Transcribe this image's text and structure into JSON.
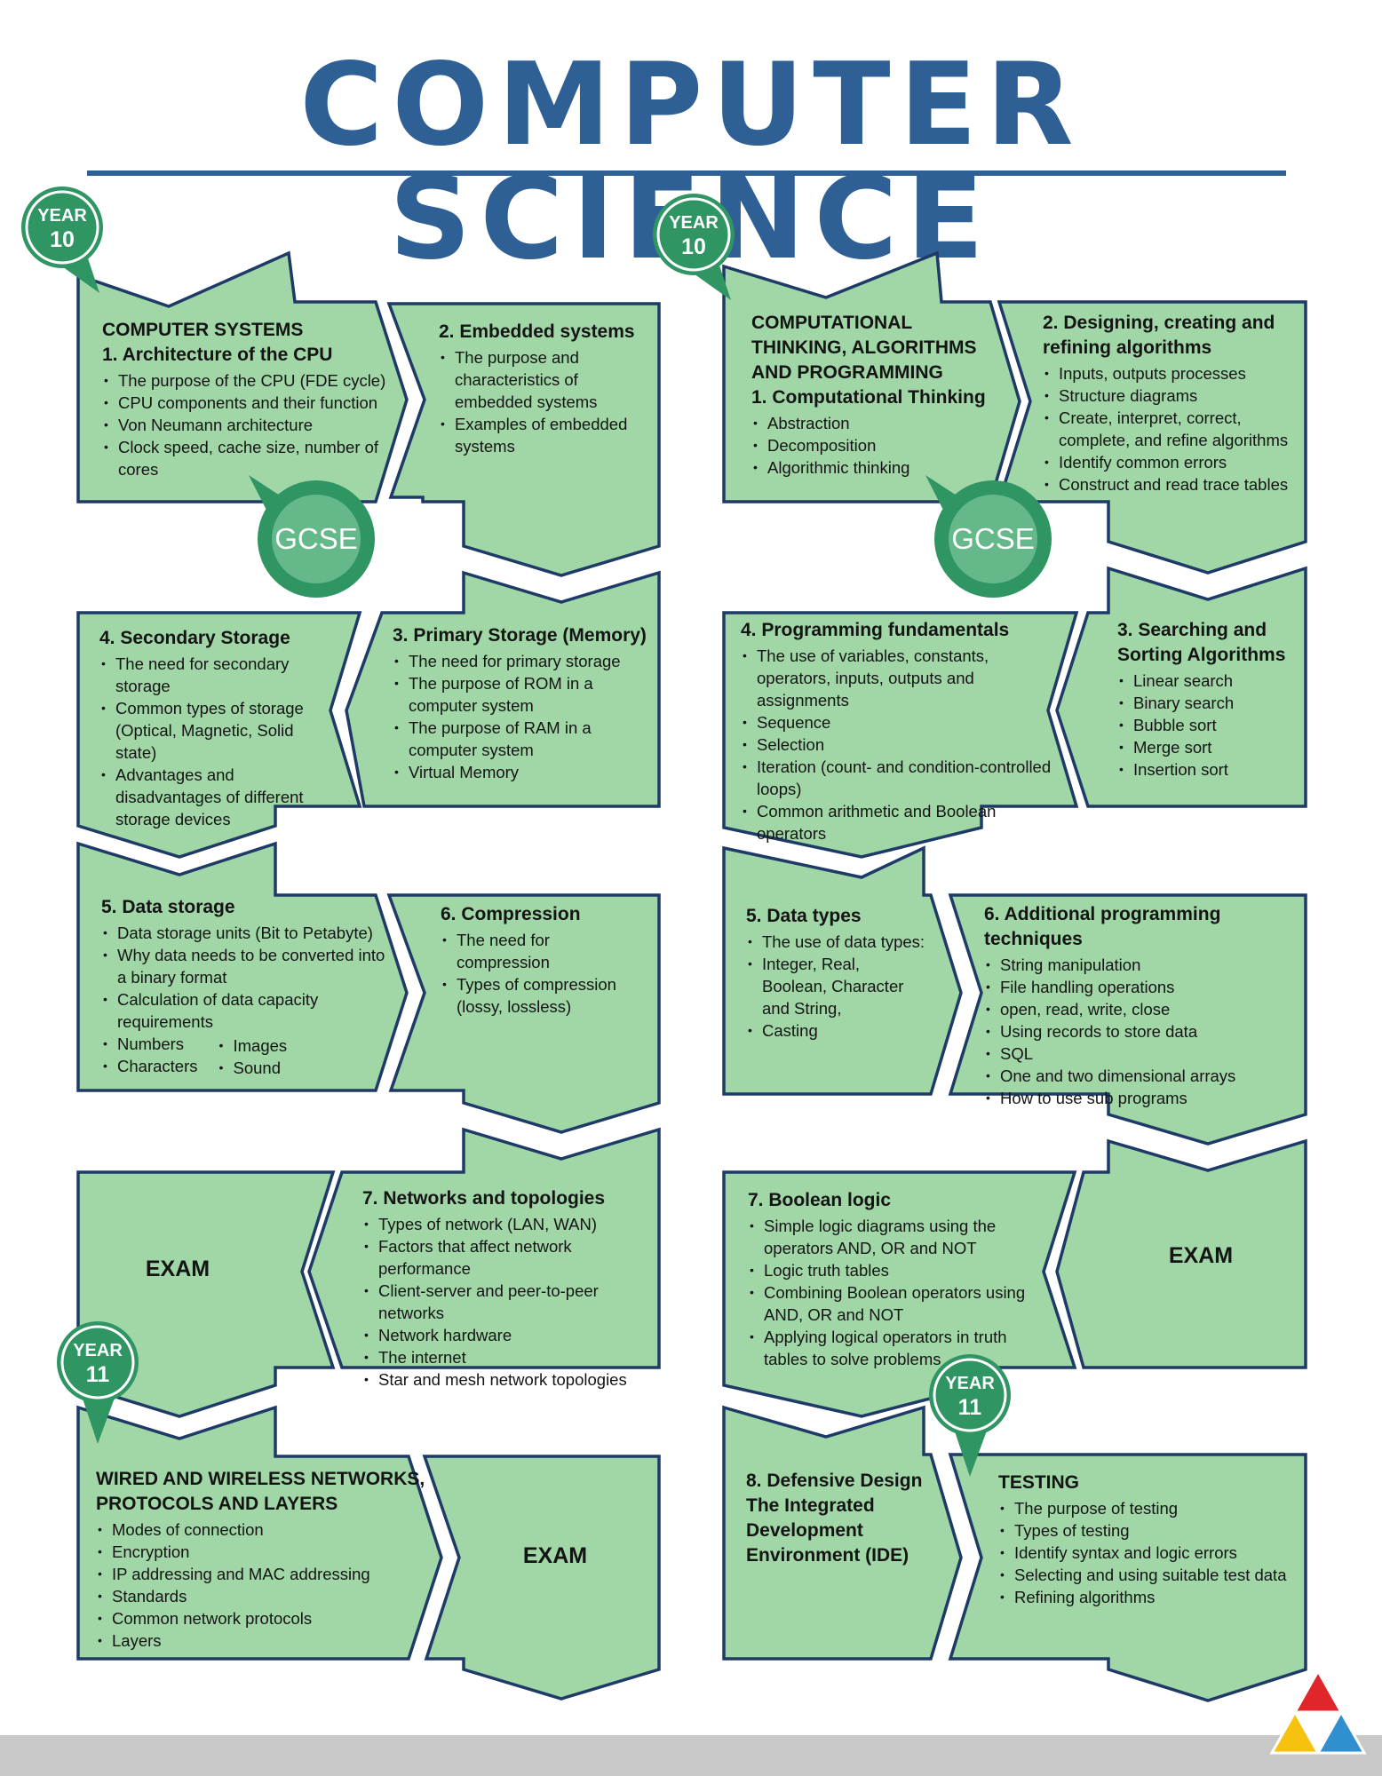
{
  "title": "COMPUTER SCIENCE",
  "colors": {
    "title_blue": "#2e6096",
    "box_fill": "#a1d7a7",
    "box_border": "#1e3a66",
    "pin_green": "#2f9563",
    "gcse_green": "#2f9563",
    "gcse_inner": "#65b88a",
    "footer_gray": "#c8c8c8"
  },
  "badges": {
    "year_label": "YEAR",
    "year10": "10",
    "year11": "11",
    "gcse": "GCSE",
    "exam": "EXAM"
  },
  "left": {
    "b1": {
      "heading1": "COMPUTER SYSTEMS",
      "heading2": "1. Architecture of the CPU",
      "items": [
        "The purpose of the CPU (FDE cycle)",
        "CPU components and their function",
        "Von Neumann architecture",
        "Clock speed, cache size, number of cores"
      ]
    },
    "b2": {
      "heading": "2. Embedded systems",
      "items": [
        "The purpose and characteristics of embedded systems",
        "Examples of embedded systems"
      ]
    },
    "b3": {
      "heading": "3. Primary Storage (Memory)",
      "items": [
        "The need for primary storage",
        "The purpose of ROM in a computer system",
        "The purpose of RAM in a computer system",
        "Virtual Memory"
      ]
    },
    "b4": {
      "heading": "4. Secondary Storage",
      "items": [
        "The need for secondary storage",
        "Common types of storage (Optical, Magnetic, Solid state)",
        "Advantages and disadvantages of different storage devices"
      ]
    },
    "b5": {
      "heading": "5. Data storage",
      "items": [
        "Data storage units (Bit to Petabyte)",
        "Why data needs to be converted into a binary format",
        "Calculation of data capacity requirements"
      ],
      "col_a": [
        "Numbers",
        "Characters"
      ],
      "col_b": [
        "Images",
        "Sound"
      ]
    },
    "b6": {
      "heading": "6. Compression",
      "items": [
        "The need for compression",
        "Types of compression (lossy, lossless)"
      ]
    },
    "b7": {
      "heading": "7. Networks and topologies",
      "items": [
        "Types of network (LAN, WAN)",
        "Factors that affect network performance",
        "Client-server and peer-to-peer networks",
        "Network hardware",
        "The internet",
        "Star and mesh network topologies"
      ]
    },
    "b8": {
      "heading1": "WIRED AND WIRELESS NETWORKS,",
      "heading2": "PROTOCOLS AND  LAYERS",
      "items": [
        "Modes of connection",
        "Encryption",
        "IP addressing and MAC addressing",
        "Standards",
        "Common network protocols",
        "Layers"
      ]
    }
  },
  "right": {
    "b1": {
      "heading1": "COMPUTATIONAL THINKING, ALGORITHMS AND PROGRAMMING",
      "heading2": "1. Computational Thinking",
      "items": [
        "Abstraction",
        "Decomposition",
        "Algorithmic thinking"
      ]
    },
    "b2": {
      "heading": "2. Designing, creating and refining algorithms",
      "items": [
        "Inputs, outputs processes",
        "Structure diagrams",
        "Create, interpret, correct, complete, and refine algorithms",
        "Identify common errors",
        "Construct and read trace tables"
      ]
    },
    "b3": {
      "heading": "3. Searching and Sorting Algorithms",
      "items": [
        "Linear search",
        "Binary search",
        "Bubble sort",
        "Merge sort",
        "Insertion sort"
      ]
    },
    "b4": {
      "heading": "4. Programming fundamentals",
      "items": [
        "The use of variables, constants, operators, inputs, outputs and assignments",
        "Sequence",
        "Selection",
        "Iteration (count- and condition-controlled loops)",
        "Common arithmetic and Boolean operators"
      ]
    },
    "b5": {
      "heading": "5. Data types",
      "items": [
        "The use of data types:",
        "Integer, Real, Boolean, Character and String,",
        "Casting"
      ]
    },
    "b6": {
      "heading": "6. Additional programming techniques",
      "items": [
        "String manipulation",
        "File handling operations",
        "open, read, write, close",
        "Using records to store data",
        "SQL",
        "One and two dimensional arrays",
        "How to use sub programs"
      ]
    },
    "b7": {
      "heading": "7. Boolean logic",
      "items": [
        "Simple logic diagrams using the operators AND, OR and NOT",
        "Logic truth tables",
        "Combining Boolean operators using AND, OR and NOT",
        "Applying logical operators in truth tables to solve problems"
      ]
    },
    "b8": {
      "heading": "8. Defensive Design The Integrated Development Environment (IDE)"
    },
    "b9": {
      "heading": "TESTING",
      "items": [
        "The purpose of testing",
        "Types of testing",
        "Identify syntax and logic errors",
        "Selecting and using suitable test data",
        "Refining algorithms"
      ]
    }
  }
}
